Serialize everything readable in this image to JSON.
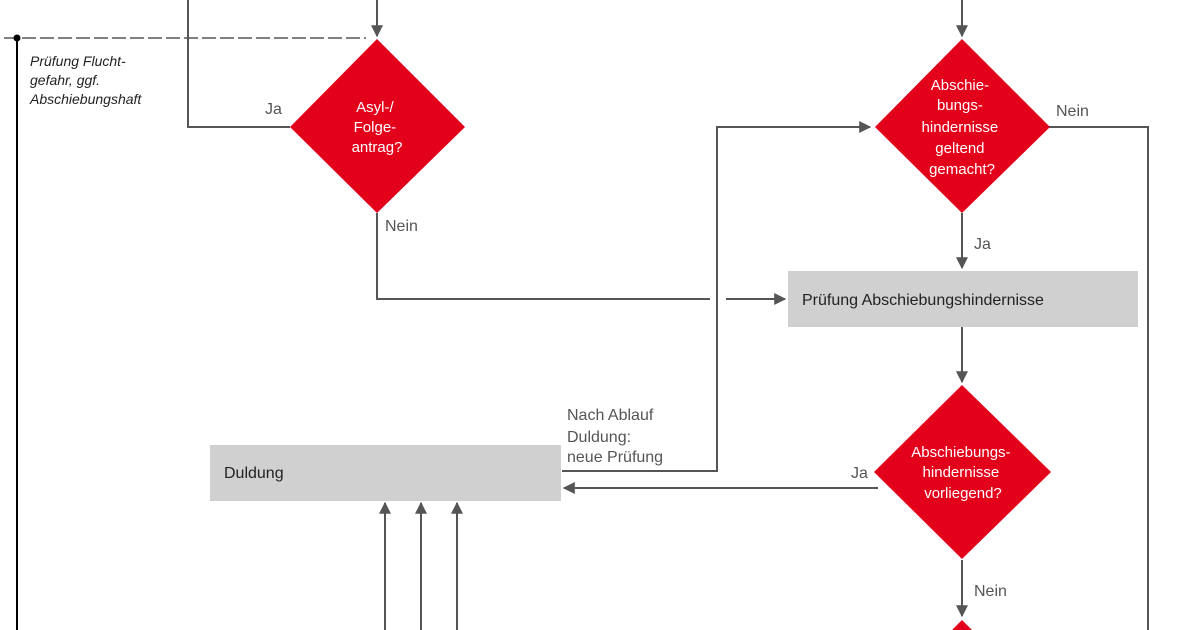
{
  "colors": {
    "decision_fill": "#e2001a",
    "process_fill": "#d0d0d0",
    "connector": "#555555",
    "phase_line": "#000000"
  },
  "phase": {
    "lines": [
      "Prüfung Flucht-",
      "gefahr, ggf.",
      "Abschiebungshaft"
    ]
  },
  "decisions": {
    "asyl": [
      "Asyl-/",
      "Folge-",
      "antrag?"
    ],
    "geltend": [
      "Abschie-",
      "bungs-",
      "hindernisse",
      "geltend",
      "gemacht?"
    ],
    "vorliegend": [
      "Abschiebungs-",
      "hindernisse",
      "vorliegend?"
    ]
  },
  "processes": {
    "pruefung": "Prüfung Abschiebungshindernisse",
    "duldung": "Duldung"
  },
  "edge_labels": {
    "asyl_ja": "Ja",
    "asyl_nein": "Nein",
    "geltend_nein": "Nein",
    "geltend_ja": "Ja",
    "vorliegend_ja": "Ja",
    "vorliegend_nein": "Nein",
    "nach_ablauf": [
      "Nach Ablauf",
      "Duldung:",
      "neue Prüfung"
    ]
  }
}
